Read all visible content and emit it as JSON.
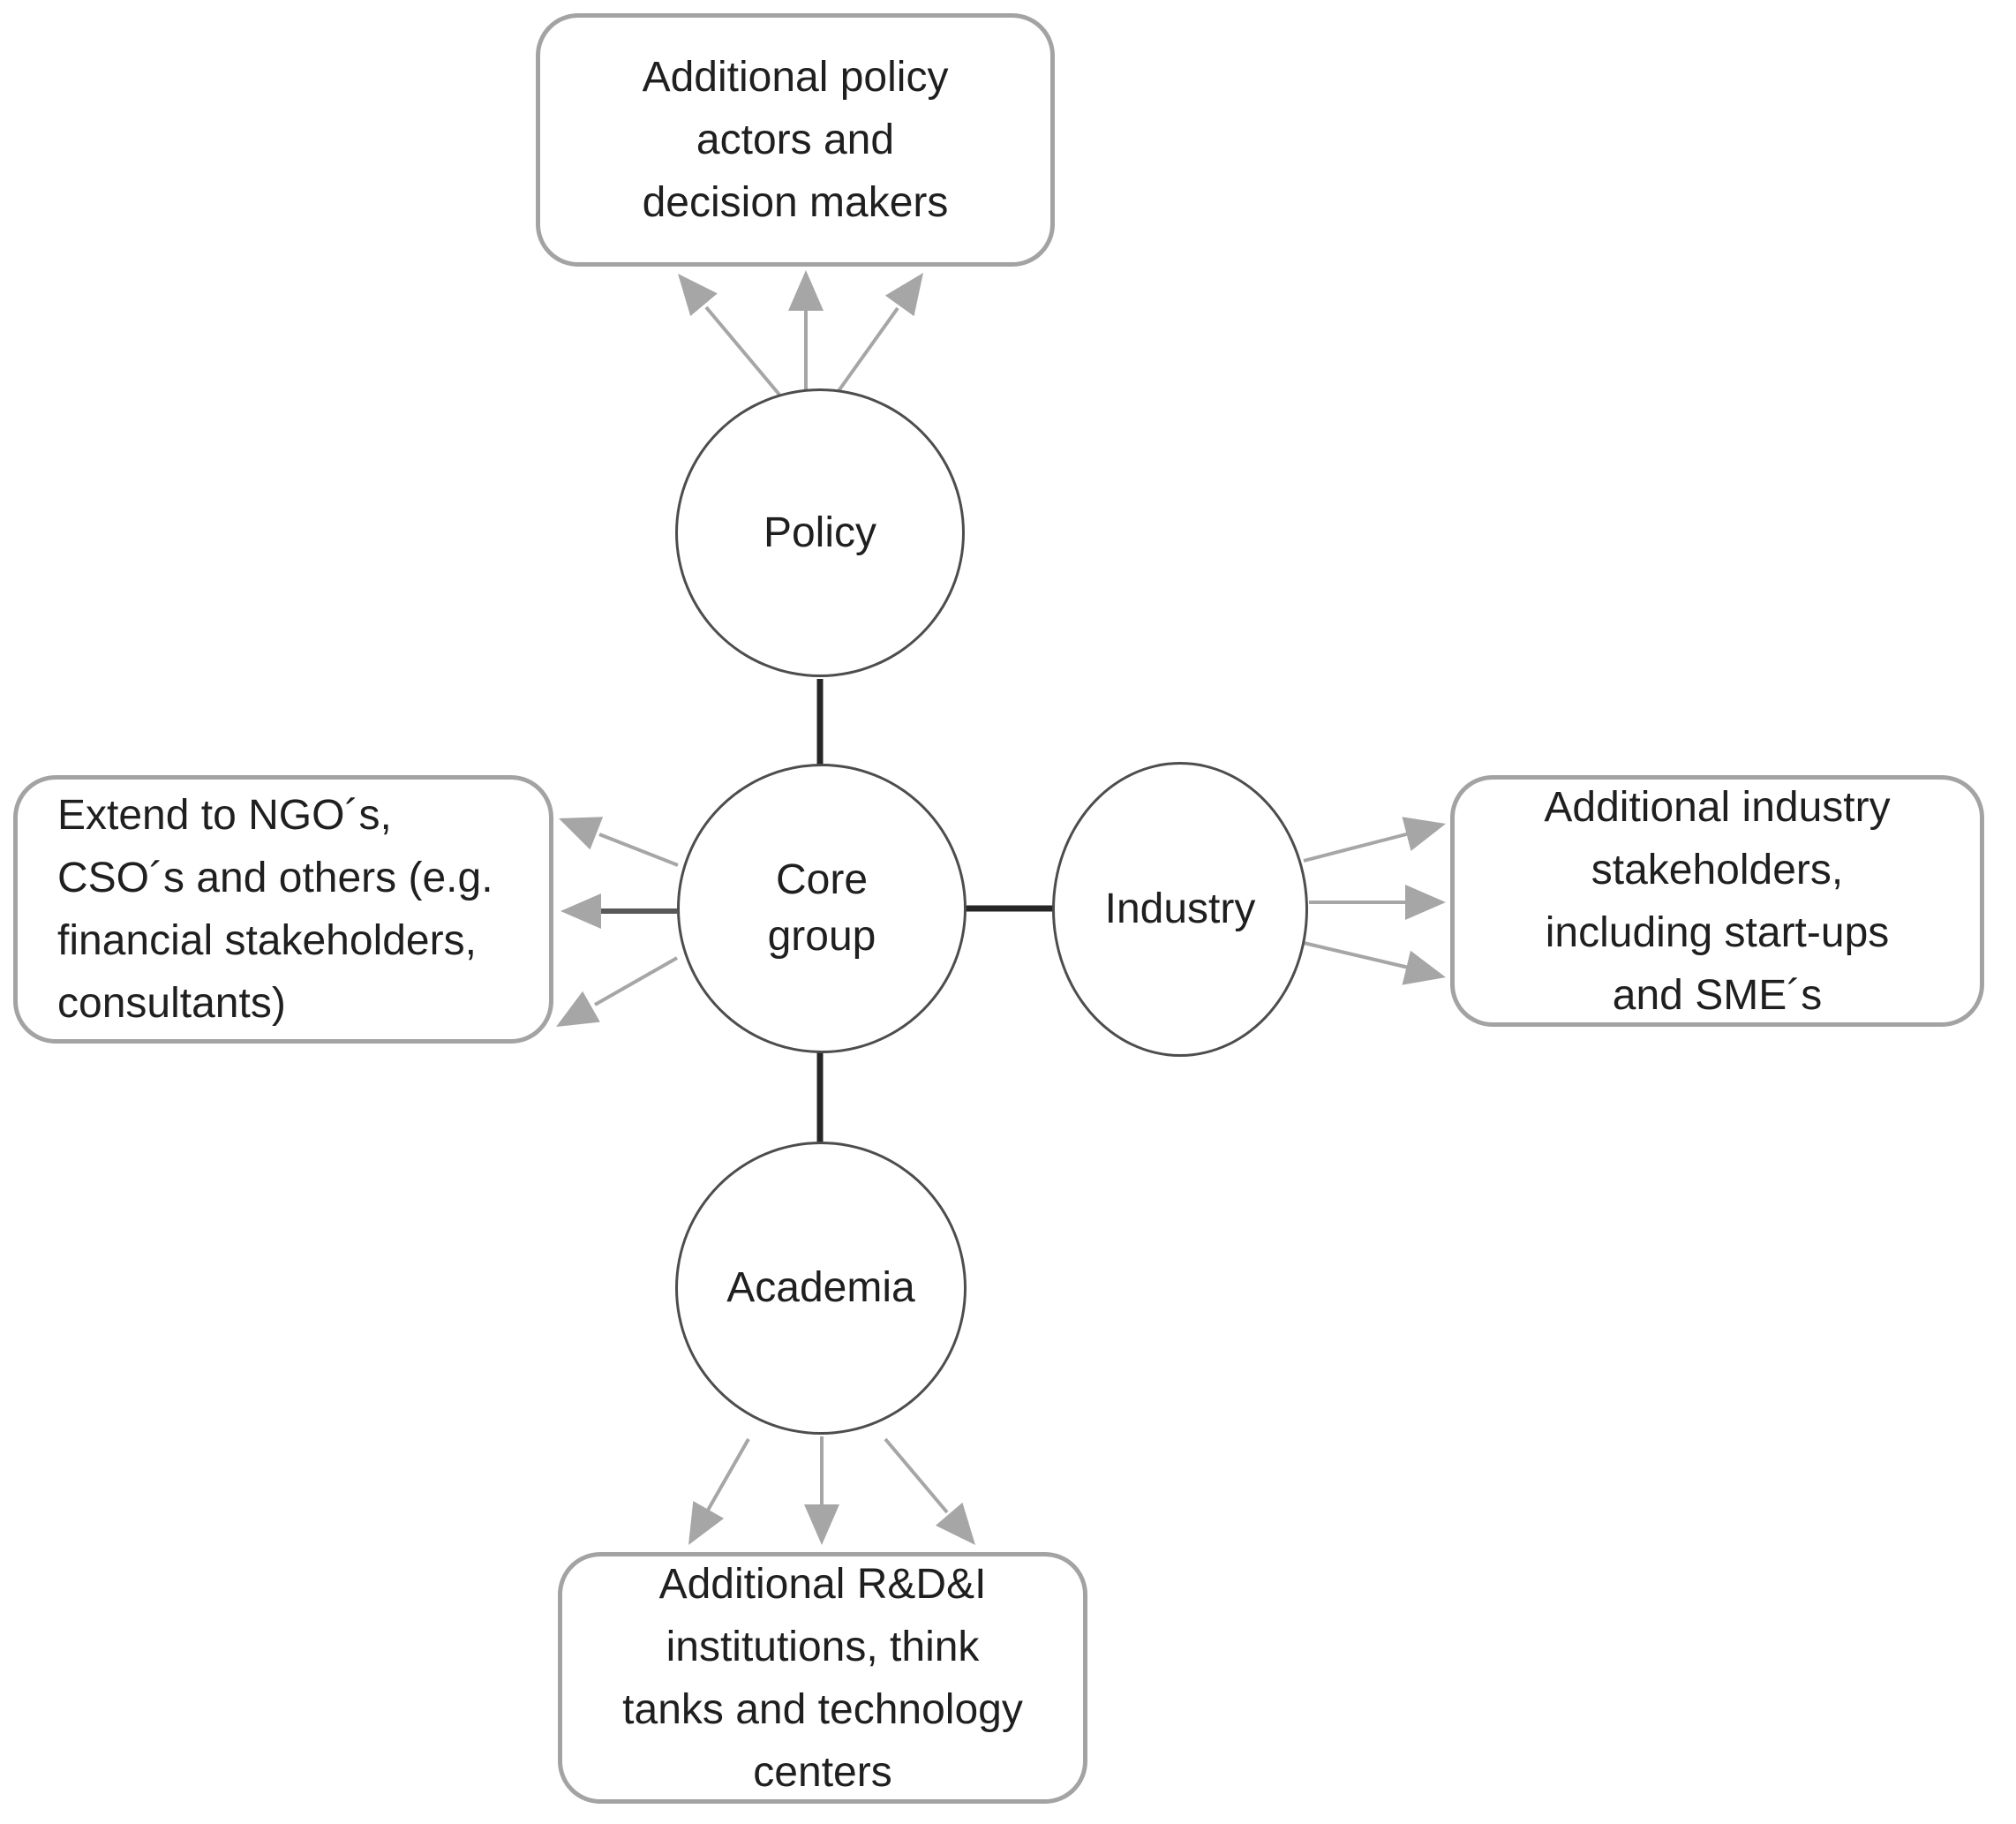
{
  "colors": {
    "background": "#ffffff",
    "arrow_gray": "#a6a6a6",
    "connector_black": "#262626",
    "dark_shaft_gray": "#595959",
    "circle_border": "#4d4d4d",
    "box_border": "#a3a3a3",
    "text": "#1f1f1f"
  },
  "nodes": {
    "policy": {
      "label": "Policy"
    },
    "core_group": {
      "lines": [
        "Core",
        "group"
      ]
    },
    "industry": {
      "label": "Industry"
    },
    "academia": {
      "label": "Academia"
    }
  },
  "boxes": {
    "policy_actors": {
      "lines": [
        "Additional policy",
        "actors and",
        "decision makers"
      ]
    },
    "ngo_cso": {
      "lines": [
        "Extend to NGO´s,",
        "CSO´s and others (e.g.",
        "financial stakeholders,",
        "consultants)"
      ]
    },
    "industry_stakeholders": {
      "lines": [
        "Additional industry",
        "stakeholders,",
        "including start-ups",
        "and SME´s"
      ]
    },
    "rdi_institutions": {
      "lines": [
        "Additional R&D&I",
        "institutions, think",
        "tanks and technology",
        "centers"
      ]
    }
  }
}
